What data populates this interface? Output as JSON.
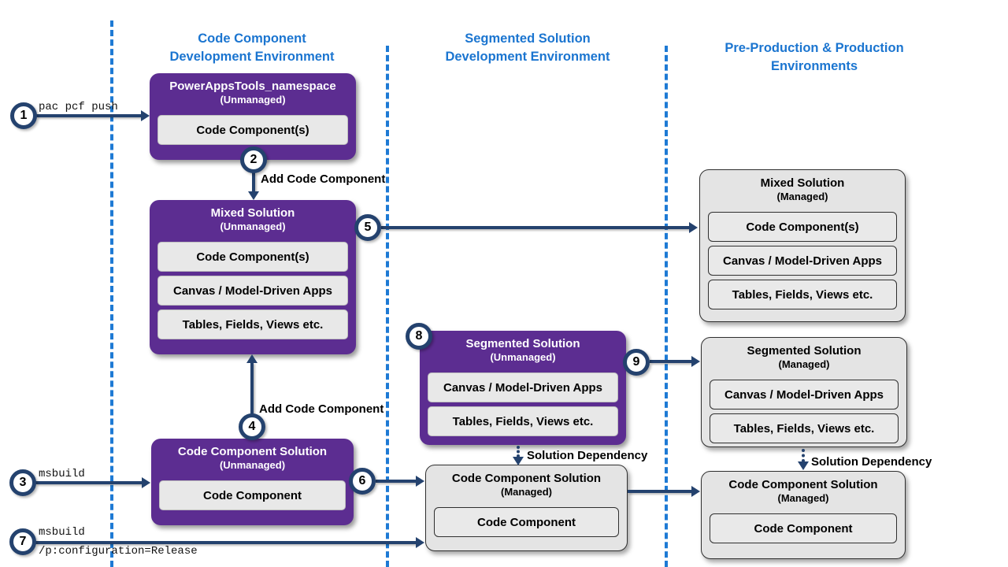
{
  "headers": {
    "col1": {
      "line1": "Code Component",
      "line2": "Development Environment"
    },
    "col2": {
      "line1": "Segmented Solution",
      "line2": "Development Environment"
    },
    "col3": {
      "line1": "Pre-Production & Production",
      "line2": "Environments"
    }
  },
  "boxes": {
    "powerapps_tools": {
      "title": "PowerAppsTools_namespace",
      "subtitle": "(Unmanaged)",
      "items": [
        "Code Component(s)"
      ]
    },
    "mixed_unmanaged": {
      "title": "Mixed Solution",
      "subtitle": "(Unmanaged)",
      "items": [
        "Code Component(s)",
        "Canvas / Model-Driven Apps",
        "Tables, Fields, Views etc."
      ]
    },
    "code_component_unmanaged": {
      "title": "Code Component Solution",
      "subtitle": "(Unmanaged)",
      "items": [
        "Code Component"
      ]
    },
    "segmented_unmanaged": {
      "title": "Segmented Solution",
      "subtitle": "(Unmanaged)",
      "items": [
        "Canvas / Model-Driven Apps",
        "Tables, Fields, Views etc."
      ]
    },
    "mixed_managed": {
      "title": "Mixed Solution",
      "subtitle": "(Managed)",
      "items": [
        "Code Component(s)",
        "Canvas / Model-Driven Apps",
        "Tables, Fields, Views etc."
      ]
    },
    "segmented_managed": {
      "title": "Segmented Solution",
      "subtitle": "(Managed)",
      "items": [
        "Canvas / Model-Driven Apps",
        "Tables, Fields, Views etc."
      ]
    },
    "code_component_managed_mid": {
      "title": "Code Component Solution",
      "subtitle": "(Managed)",
      "items": [
        "Code Component"
      ]
    },
    "code_component_managed_right": {
      "title": "Code Component Solution",
      "subtitle": "(Managed)",
      "items": [
        "Code Component"
      ]
    }
  },
  "steps": {
    "n1": "1",
    "n2": "2",
    "n3": "3",
    "n4": "4",
    "n5": "5",
    "n6": "6",
    "n7": "7",
    "n8": "8",
    "n9": "9"
  },
  "labels": {
    "pac_pcf_push": "pac pcf push",
    "msbuild": "msbuild",
    "msbuild_release_line1": "msbuild",
    "msbuild_release_line2": "/p:configuration=Release",
    "add_code_component_top": "Add Code Component",
    "add_code_component_bottom": "Add Code Component",
    "solution_dependency_mid": "Solution Dependency",
    "solution_dependency_right": "Solution Dependency"
  },
  "colors": {
    "purple_box": "#5C2D91",
    "navy_arrow": "#24426E",
    "header_blue": "#1B75D0",
    "divider_blue": "#1E7AD4",
    "managed_box_gray": "#E4E4E4",
    "inner_item_gray": "#E8E8E8"
  }
}
